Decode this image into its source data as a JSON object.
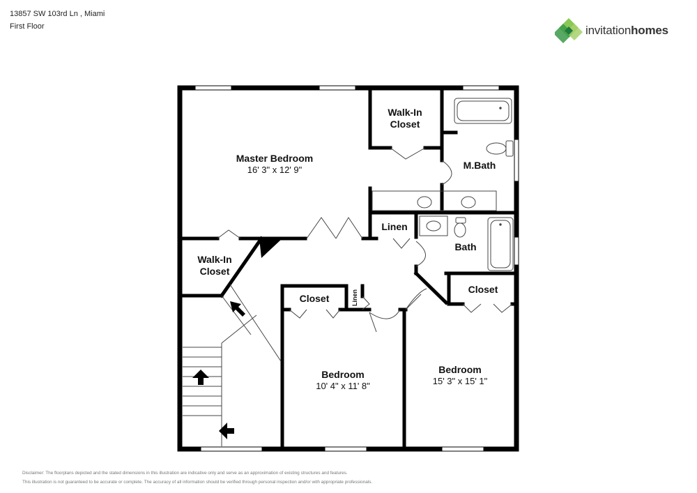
{
  "header": {
    "address": "13857 SW 103rd Ln , Miami",
    "floor": "First Floor"
  },
  "logo": {
    "text_regular": "invitation",
    "text_bold": "homes",
    "colors": [
      "#7dc242",
      "#3a9a4a",
      "#a7d16b",
      "#1f7a3e"
    ]
  },
  "rooms": {
    "master_bedroom": {
      "label": "Master Bedroom",
      "dims": "16' 3\" x 12' 9\""
    },
    "walk_in_closet_top": {
      "label_line1": "Walk-In",
      "label_line2": "Closet"
    },
    "m_bath": {
      "label": "M.Bath"
    },
    "linen_top": {
      "label": "Linen"
    },
    "bath": {
      "label": "Bath"
    },
    "walk_in_closet_left": {
      "label_line1": "Walk-In",
      "label_line2": "Closet"
    },
    "closet_mid": {
      "label": "Closet"
    },
    "linen_small": {
      "label": "Linen"
    },
    "closet_right": {
      "label": "Closet"
    },
    "bedroom_mid": {
      "label": "Bedroom",
      "dims": "10' 4\" x 11' 8\""
    },
    "bedroom_right": {
      "label": "Bedroom",
      "dims": "15' 3\" x 15' 1\""
    }
  },
  "disclaimer": {
    "line1": "Disclaimer: The floorplans depicted and the stated dimensions in this illustration are indicative only and serve as an approximation of existing structures and features.",
    "line2": "This illustration is not guaranteed to be accurate or complete. The accuracy of all information should be verified through personal inspection and/or with appropriate professionals."
  }
}
